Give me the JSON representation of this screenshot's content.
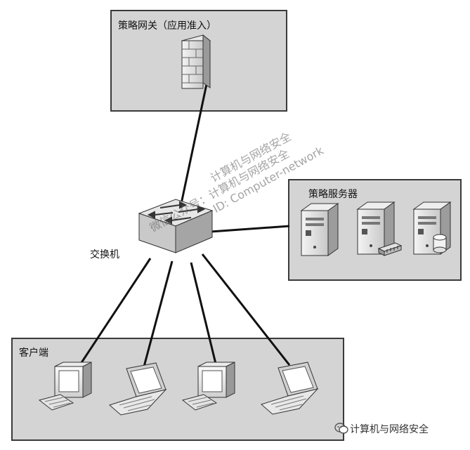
{
  "gateway": {
    "label": "策略网关（应用准入）",
    "device": "firewall-icon"
  },
  "switch": {
    "label": "交换机",
    "device": "switch-icon"
  },
  "servers": {
    "label": "策略服务器",
    "devices": [
      "server-tower-icon",
      "server-tower-network-icon",
      "server-tower-database-icon"
    ]
  },
  "clients": {
    "label": "客户端",
    "devices": [
      "desktop-computer-icon",
      "laptop-icon",
      "desktop-computer-icon",
      "laptop-icon"
    ]
  },
  "watermark": {
    "line1": "计算机与网络安全",
    "line2": "微信公众号：计算机与网络安全",
    "line3": "ID: Computer-network"
  },
  "brand": {
    "text": "计算机与网络安全",
    "icon": "wechat-icon"
  }
}
